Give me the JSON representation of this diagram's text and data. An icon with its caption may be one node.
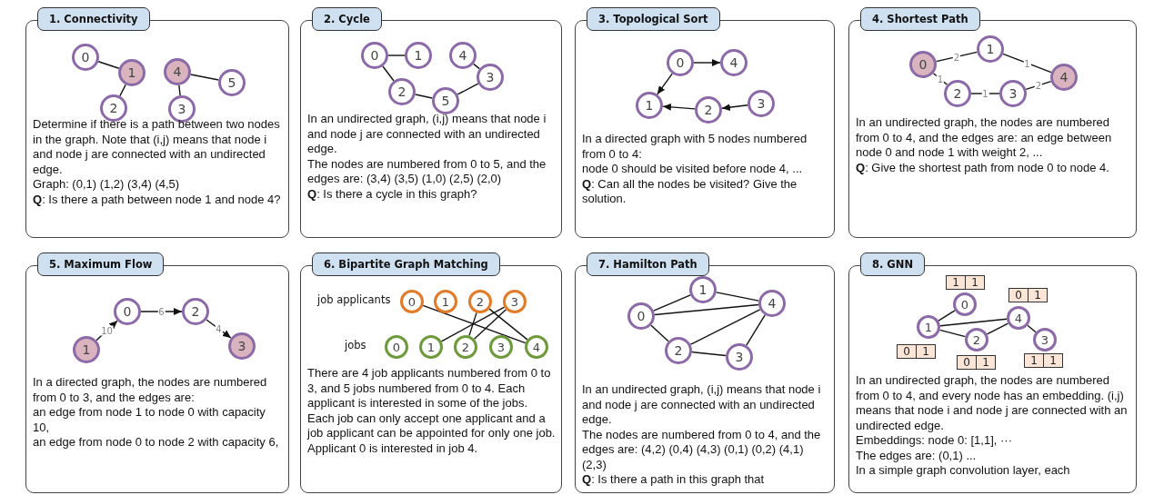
{
  "diagram": {
    "nodes": [
      {
        "text": [
          "1. Connectivity",
          "Determine if there is a path between two nodes in the graph. Note that (i,j) means that node i and node j are connected with an undirected edge.",
          "Graph: (0,1) (1,2) (3,4) (4,5)",
          "**Q**: Is there a path between node 1 and node 4?"
        ]
      },
      {
        "text": [
          "0"
        ],
        "in": 0
      },
      {
        "text": [
          "1"
        ],
        "in": 0
      },
      {
        "text": [
          "2"
        ],
        "in": 0
      },
      {
        "text": [
          "3"
        ],
        "in": 0
      },
      {
        "text": [
          "4"
        ],
        "in": 0
      },
      {
        "text": [
          "5"
        ],
        "in": 0
      },
      {
        "text": [
          "2. Cycle",
          "In an undirected graph, (i,j) means that node i and node j are connected with an undirected edge.",
          "The nodes are numbered from 0 to 5, and the edges are: (3,4) (3,5) (1,0) (2,5) (2,0)",
          "**Q**: Is there a cycle in this graph?"
        ]
      },
      {
        "text": [
          "0"
        ],
        "in": 7
      },
      {
        "text": [
          "1"
        ],
        "in": 7
      },
      {
        "text": [
          "2"
        ],
        "in": 7
      },
      {
        "text": [
          "3"
        ],
        "in": 7
      },
      {
        "text": [
          "4"
        ],
        "in": 7
      },
      {
        "text": [
          "5"
        ],
        "in": 7
      },
      {
        "text": [
          "3. Topological Sort",
          "In a directed graph with 5 nodes numbered from 0 to 4:",
          "node 0 should be visited before node 4, ...",
          "**Q**: Can all the nodes be visited? Give the solution."
        ]
      },
      {
        "text": [
          "0"
        ],
        "in": 14
      },
      {
        "text": [
          "1"
        ],
        "in": 14
      },
      {
        "text": [
          "2"
        ],
        "in": 14
      },
      {
        "text": [
          "3"
        ],
        "in": 14
      },
      {
        "text": [
          "4"
        ],
        "in": 14
      },
      {
        "text": [
          "4. Shortest Path",
          "In an undirected graph, the nodes are numbered from 0 to 4, and the edges are: an edge between node 0 and node 1 with weight 2, ...",
          "**Q**: Give the shortest path from node 0 to node 4."
        ]
      },
      {
        "text": [
          "0"
        ],
        "in": 20
      },
      {
        "text": [
          "1"
        ],
        "in": 20
      },
      {
        "text": [
          "2"
        ],
        "in": 20
      },
      {
        "text": [
          "3"
        ],
        "in": 20
      },
      {
        "text": [
          "4"
        ],
        "in": 20
      },
      {
        "text": [
          "5. Maximum Flow",
          "In a directed graph, the nodes are numbered from 0 to 3, and the edges are:",
          "an edge from node 1 to node 0 with capacity 10,",
          "an edge from node 0 to node 2 with capacity 6,"
        ]
      },
      {
        "text": [
          "0"
        ],
        "in": 26
      },
      {
        "text": [
          "1"
        ],
        "in": 26
      },
      {
        "text": [
          "2"
        ],
        "in": 26
      },
      {
        "text": [
          "3"
        ],
        "in": 26
      },
      {
        "text": [
          "6. Bipartite Graph Matching",
          "job applicants",
          "jobs",
          "There are 4 job applicants numbered from 0 to 3, and 5 jobs numbered from 0 to 4. Each applicant is interested in some of the jobs. Each job can only accept one applicant and a job applicant can be appointed for only one job.",
          "Applicant 0 is interested in job 4."
        ]
      },
      {
        "text": [
          "0"
        ],
        "in": 31
      },
      {
        "text": [
          "1"
        ],
        "in": 31
      },
      {
        "text": [
          "2"
        ],
        "in": 31
      },
      {
        "text": [
          "3"
        ],
        "in": 31
      },
      {
        "text": [
          "0"
        ],
        "in": 31
      },
      {
        "text": [
          "1"
        ],
        "in": 31
      },
      {
        "text": [
          "2"
        ],
        "in": 31
      },
      {
        "text": [
          "3"
        ],
        "in": 31
      },
      {
        "text": [
          "4"
        ],
        "in": 31
      },
      {
        "text": [
          "7. Hamilton Path",
          "In an undirected graph, (i,j) means that node i and node j are connected with an undirected edge.",
          "The nodes are numbered from 0 to 4, and the edges are: (4,2) (0,4) (4,3) (0,1) (0,2) (4,1) (2,3)",
          "**Q**: Is there a path in this graph that"
        ]
      },
      {
        "text": [
          "0"
        ],
        "in": 41
      },
      {
        "text": [
          "1"
        ],
        "in": 41
      },
      {
        "text": [
          "2"
        ],
        "in": 41
      },
      {
        "text": [
          "3"
        ],
        "in": 41
      },
      {
        "text": [
          "4"
        ],
        "in": 41
      },
      {
        "text": [
          "8. GNN",
          "In an undirected graph, the nodes are numbered from 0 to 4, and every node has an embedding. (i,j) means that node i and node j are connected with an undirected edge.",
          "Embeddings: node 0: [1,1], ···",
          "The edges are: (0,1) ...",
          "In a simple graph convolution layer, each"
        ]
      },
      {
        "text": [
          "0"
        ],
        "in": 47
      },
      {
        "text": [
          "1"
        ],
        "in": 47
      },
      {
        "text": [
          "2"
        ],
        "in": 47
      },
      {
        "text": [
          "3"
        ],
        "in": 47
      },
      {
        "text": [
          "4"
        ],
        "in": 47
      },
      {
        "text": [
          "1",
          "1"
        ],
        "in": 47
      },
      {
        "text": [
          "0",
          "1"
        ],
        "in": 47
      },
      {
        "text": [
          "0",
          "1"
        ],
        "in": 47
      },
      {
        "text": [
          "0",
          "1"
        ],
        "in": 47
      },
      {
        "text": [
          "1",
          "1"
        ],
        "in": 47
      }
    ],
    "edges": [
      {
        "from": 1,
        "to": 2,
        "arrow": "none"
      },
      {
        "from": 2,
        "to": 3,
        "arrow": "none"
      },
      {
        "from": 4,
        "to": 5,
        "arrow": "none"
      },
      {
        "from": 5,
        "to": 6,
        "arrow": "none"
      },
      {
        "from": 8,
        "to": 9,
        "arrow": "none"
      },
      {
        "from": 8,
        "to": 10,
        "arrow": "none"
      },
      {
        "from": 10,
        "to": 13,
        "arrow": "none"
      },
      {
        "from": 13,
        "to": 11,
        "arrow": "none"
      },
      {
        "from": 11,
        "to": 12,
        "arrow": "none"
      },
      {
        "from": 15,
        "to": 19,
        "arrow": "to"
      },
      {
        "from": 15,
        "to": 16,
        "arrow": "to"
      },
      {
        "from": 17,
        "to": 16,
        "arrow": "to"
      },
      {
        "from": 18,
        "to": 17,
        "arrow": "to"
      },
      {
        "from": 21,
        "to": 22,
        "arrow": "none",
        "label": "2"
      },
      {
        "from": 22,
        "to": 25,
        "arrow": "none",
        "label": "1"
      },
      {
        "from": 21,
        "to": 23,
        "arrow": "none",
        "label": "1"
      },
      {
        "from": 23,
        "to": 24,
        "arrow": "none",
        "label": "1"
      },
      {
        "from": 24,
        "to": 25,
        "arrow": "none",
        "label": "2"
      },
      {
        "from": 28,
        "to": 27,
        "arrow": "to",
        "label": "10"
      },
      {
        "from": 27,
        "to": 29,
        "arrow": "to",
        "label": "6"
      },
      {
        "from": 29,
        "to": 30,
        "arrow": "to",
        "label": "4"
      },
      {
        "from": 32,
        "to": 40,
        "arrow": "none"
      },
      {
        "from": 34,
        "to": 38,
        "arrow": "none"
      },
      {
        "from": 34,
        "to": 40,
        "arrow": "none"
      },
      {
        "from": 35,
        "to": 37,
        "arrow": "none"
      },
      {
        "from": 35,
        "to": 38,
        "arrow": "none"
      },
      {
        "from": 46,
        "to": 44,
        "arrow": "none"
      },
      {
        "from": 42,
        "to": 46,
        "arrow": "none"
      },
      {
        "from": 46,
        "to": 45,
        "arrow": "none"
      },
      {
        "from": 42,
        "to": 43,
        "arrow": "none"
      },
      {
        "from": 42,
        "to": 44,
        "arrow": "none"
      },
      {
        "from": 46,
        "to": 43,
        "arrow": "none"
      },
      {
        "from": 44,
        "to": 45,
        "arrow": "none"
      },
      {
        "from": 48,
        "to": 49,
        "arrow": "none"
      },
      {
        "from": 49,
        "to": 52,
        "arrow": "none"
      },
      {
        "from": 49,
        "to": 50,
        "arrow": "none"
      },
      {
        "from": 50,
        "to": 52,
        "arrow": "none"
      },
      {
        "from": 52,
        "to": 51,
        "arrow": "none"
      }
    ]
  }
}
